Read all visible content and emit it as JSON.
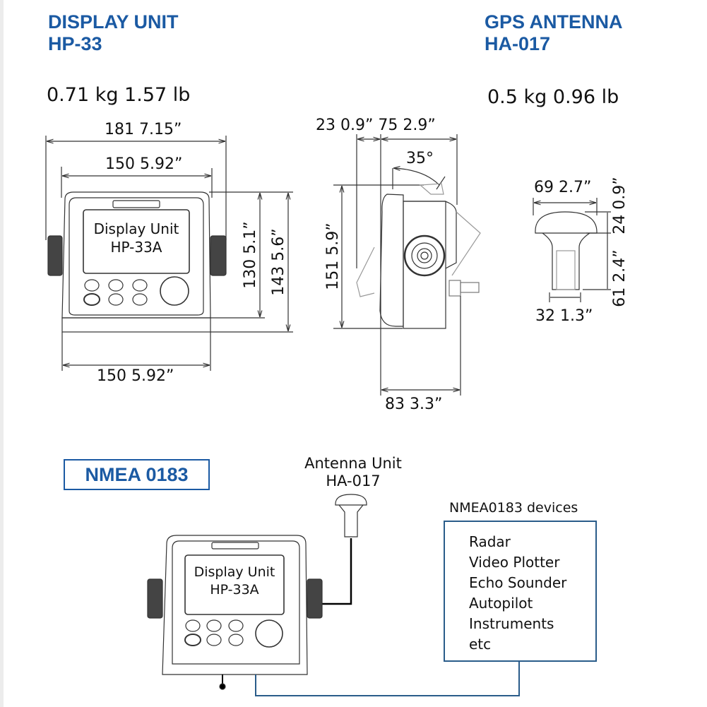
{
  "display_unit": {
    "title": "DISPLAY UNIT",
    "model": "HP-33",
    "weight": "0.71 kg   1.57 lb",
    "dims": {
      "width_overall": "181  7.15”",
      "width_top": "150  5.92”",
      "width_bottom": "150  5.92”",
      "height_inner": "130  5.1”",
      "height_outer": "143  5.6”"
    },
    "screen_label_line1": "Display Unit",
    "screen_label_line2": "HP-33A"
  },
  "side_view": {
    "height": "151  5.9”",
    "top_depth": "23  0.9”  75  2.9”",
    "tilt": "35°",
    "bottom_depth": "83  3.3”"
  },
  "gps_antenna": {
    "title": "GPS ANTENNA",
    "model": "HA-017",
    "weight": "0.5 kg  0.96 lb",
    "dims": {
      "dome_width": "69  2.7”",
      "base_width": "32  1.3”",
      "dome_height": "24  0.9”",
      "total_height": "61  2.4”"
    }
  },
  "nmea": {
    "badge": "NMEA 0183",
    "antenna_label_line1": "Antenna Unit",
    "antenna_label_line2": "HA-017",
    "display_label_line1": "Display Unit",
    "display_label_line2": "HP-33A",
    "devices_title": "NMEA0183 devices",
    "devices": [
      "Radar",
      "Video Plotter",
      "Echo Sounder",
      "Autopilot",
      "Instruments",
      "etc"
    ]
  },
  "colors": {
    "title_blue": "#1b5aa3",
    "box_border": "#2a5c8a"
  }
}
